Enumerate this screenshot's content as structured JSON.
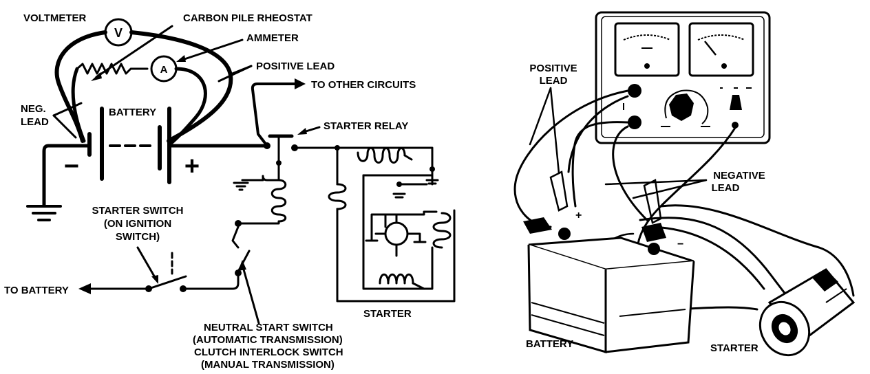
{
  "schematic": {
    "labels": {
      "voltmeter": "VOLTMETER",
      "carbon_pile_rheostat": "CARBON PILE RHEOSTAT",
      "ammeter": "AMMETER",
      "positive_lead": "POSITIVE LEAD",
      "to_other_circuits": "TO OTHER CIRCUITS",
      "neg_lead_1": "NEG.",
      "neg_lead_2": "LEAD",
      "battery": "BATTERY",
      "starter_relay": "STARTER RELAY",
      "starter_switch_1": "STARTER SWITCH",
      "starter_switch_2": "(ON IGNITION",
      "starter_switch_3": "SWITCH)",
      "to_battery": "TO BATTERY",
      "starter": "STARTER",
      "neutral_1": "NEUTRAL START SWITCH",
      "neutral_2": "(AUTOMATIC TRANSMISSION)",
      "neutral_3": "CLUTCH INTERLOCK SWITCH",
      "neutral_4": "(MANUAL TRANSMISSION)"
    },
    "symbols": {
      "voltmeter": "V",
      "ammeter": "A",
      "minus": "−",
      "plus": "+"
    }
  },
  "pictorial": {
    "labels": {
      "positive_lead_1": "POSITIVE",
      "positive_lead_2": "LEAD",
      "negative_lead_1": "NEGATIVE",
      "negative_lead_2": "LEAD",
      "battery": "BATTERY",
      "starter": "STARTER"
    },
    "symbols": {
      "battery_plus": "+",
      "battery_minus": "−"
    }
  }
}
